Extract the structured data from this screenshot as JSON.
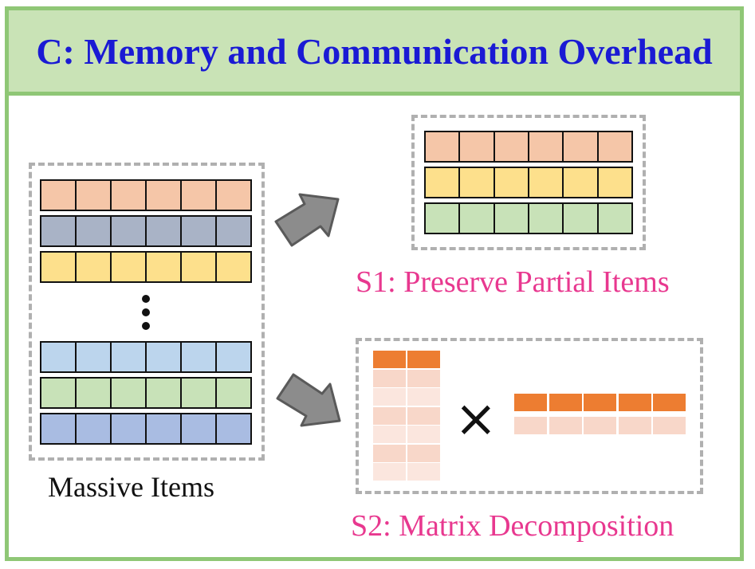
{
  "title": "C: Memory and Communication Overhead",
  "left_panel": {
    "label": "Massive Items",
    "rows_top": [
      "#f5c6a8",
      "#a9b3c6",
      "#fde08c"
    ],
    "rows_bottom": [
      "#bcd5ed",
      "#c8e2b8",
      "#a9bce2"
    ],
    "cells_per_row": 6
  },
  "s1": {
    "label": "S1: Preserve Partial Items",
    "rows": [
      "#f5c6a8",
      "#fde08c",
      "#c8e2b8"
    ]
  },
  "s2": {
    "label": "S2: Matrix Decomposition",
    "operator": "×",
    "dark_color": "#ed7d31",
    "light_color": "#f8d7c9",
    "lighter_color": "#fbe6de"
  },
  "colors": {
    "title": "#1a1ad4",
    "accent_label": "#e8388f",
    "frame_green": "#8fc776",
    "title_fill": "#c9e3b6",
    "arrow": "#8c8c8c"
  }
}
